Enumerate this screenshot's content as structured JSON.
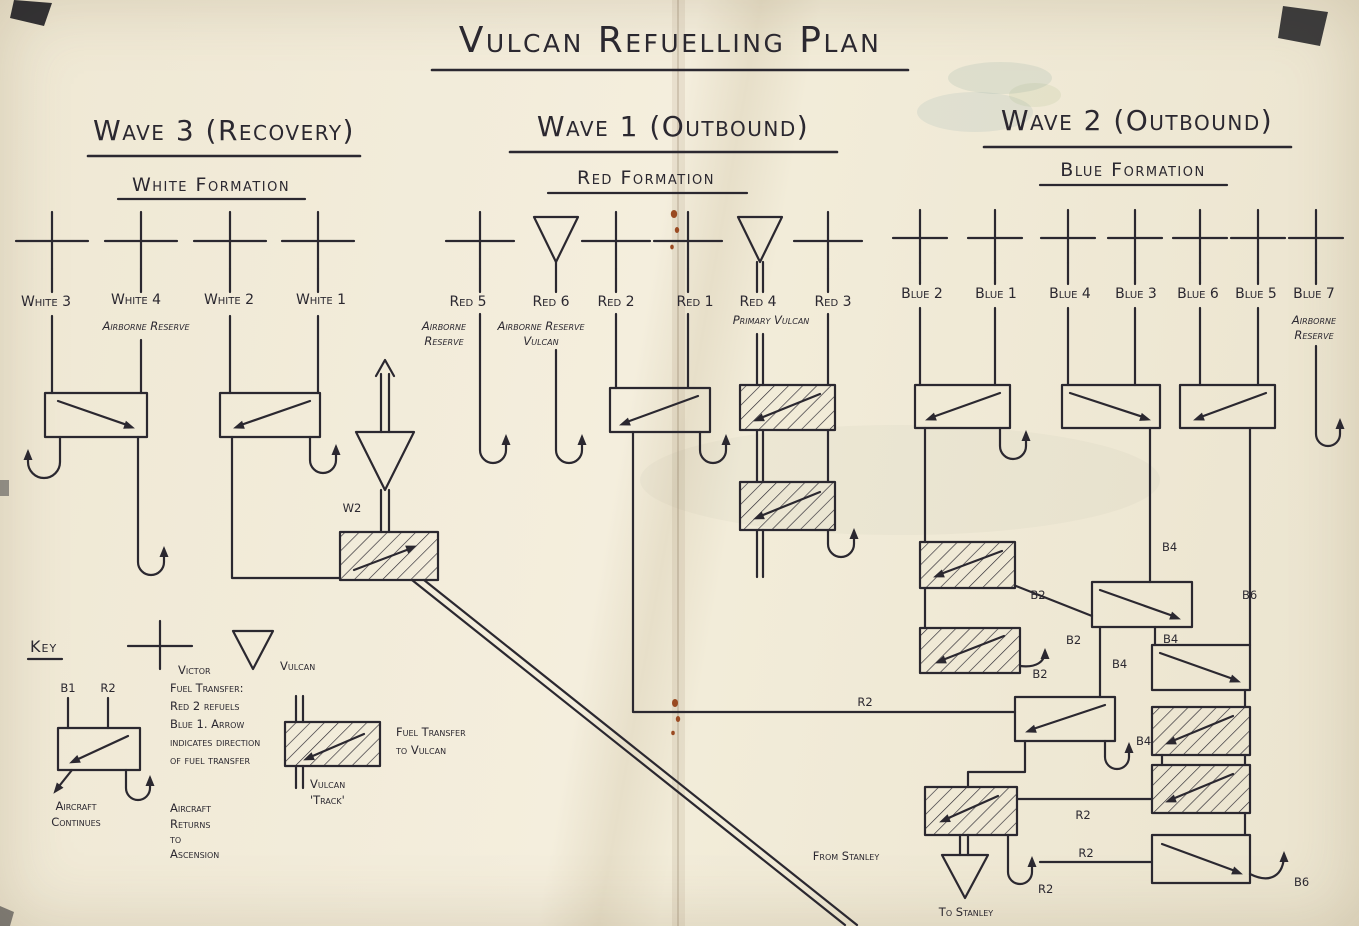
{
  "title": "Vulcan Refuelling Plan",
  "wave3": {
    "heading": "Wave 3 (Recovery)",
    "formation": "White Formation",
    "aircraft": [
      "White 3",
      "White 4",
      "White 2",
      "White 1"
    ],
    "white4_note": "Airborne Reserve",
    "vulcan_label": "W2"
  },
  "wave1": {
    "heading": "Wave 1 (Outbound)",
    "formation": "Red Formation",
    "aircraft": [
      "Red 5",
      "Red 6",
      "Red 2",
      "Red 1",
      "Red 4",
      "Red 3"
    ],
    "red5_note": [
      "Airborne",
      "Reserve"
    ],
    "red6_note": [
      "Airborne Reserve",
      "Vulcan"
    ],
    "red4_note": "Primary Vulcan"
  },
  "wave2": {
    "heading": "Wave 2 (Outbound)",
    "formation": "Blue Formation",
    "aircraft": [
      "Blue 2",
      "Blue 1",
      "Blue 4",
      "Blue 3",
      "Blue 6",
      "Blue 5",
      "Blue 7"
    ],
    "blue7_note": [
      "Airborne",
      "Reserve"
    ],
    "line_labels": [
      "B4",
      "B2",
      "B6",
      "B2",
      "B2",
      "B4",
      "B4",
      "R2",
      "B4",
      "R2",
      "R2",
      "R2",
      "B6"
    ],
    "from_stanley": "From Stanley",
    "to_stanley": "To Stanley"
  },
  "key": {
    "heading": "Key",
    "victor_label": "Victor",
    "vulcan_label": "Vulcan",
    "example_left": "B1",
    "example_right": "R2",
    "transfer_note": [
      "Fuel Transfer:",
      "Red 2 refuels",
      "Blue 1. Arrow",
      "indicates direction",
      "of fuel transfer"
    ],
    "continues_note": [
      "Aircraft",
      "Continues"
    ],
    "returns_note": [
      "Aircraft",
      "Returns",
      "to",
      "Ascension"
    ],
    "vulcan_transfer_note": [
      "Fuel Transfer",
      "to Vulcan"
    ],
    "vulcan_track_note": [
      "Vulcan",
      "'Track'"
    ]
  },
  "colors": {
    "ink": "#2b2830",
    "paper": "#f0e9d6",
    "stain": "#9a4a22"
  }
}
